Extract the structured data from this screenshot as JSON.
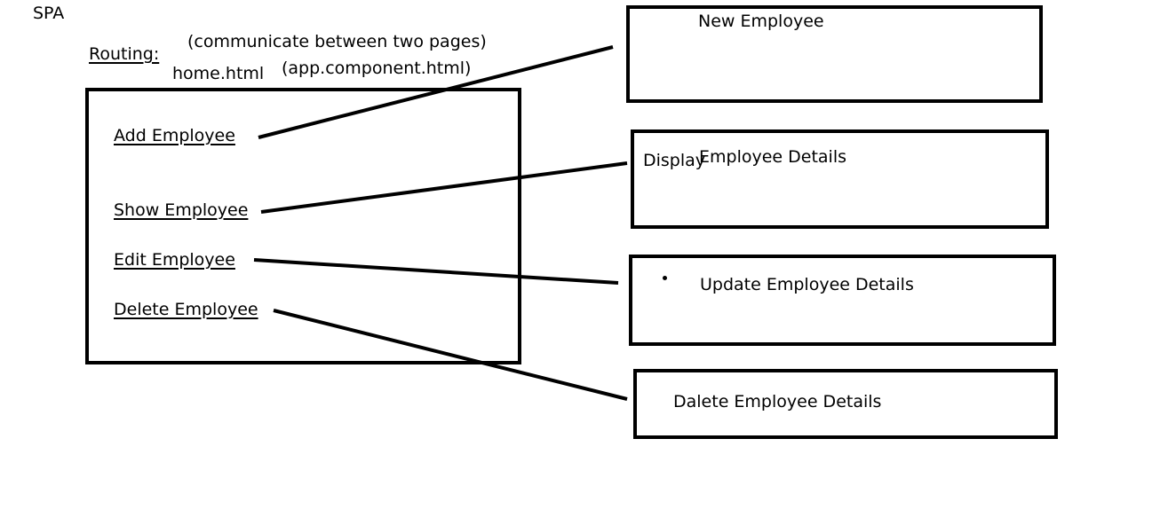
{
  "title": "SPA",
  "routing_label": "Routing:",
  "annotation_top": "(communicate between two pages)",
  "home_file": "home.html",
  "app_file": "(app.component.html)",
  "menu": {
    "add": "Add Employee",
    "show": "Show Employee",
    "edit": "Edit Employee",
    "delete": "Delete Employee"
  },
  "targets": {
    "new": "New Employee",
    "display_prefix": "Display",
    "display": "Employee Details",
    "update": "Update Employee Details",
    "delete": "Dalete Employee Details"
  }
}
